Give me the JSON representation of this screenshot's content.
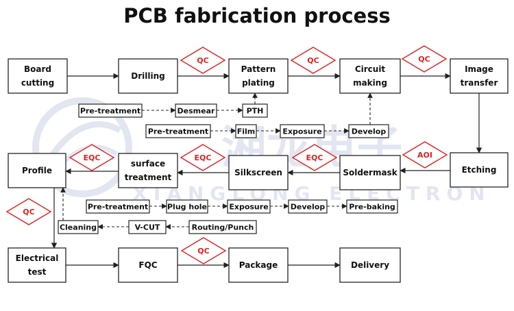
{
  "title": "PCB fabrication process",
  "watermark": {
    "cn": "湘龙电子",
    "en": "XIANGLONG ELECTRON"
  },
  "colors": {
    "quality": "#e02020",
    "stroke": "#222222",
    "watermark": "#c9d3e6"
  },
  "steps": {
    "board_cutting": [
      "Board",
      "cutting"
    ],
    "drilling": [
      "Drilling"
    ],
    "pattern_plating": [
      "Pattern",
      "plating"
    ],
    "circuit_making": [
      "Circuit",
      "making"
    ],
    "image_transfer": [
      "Image",
      "transfer"
    ],
    "etching": [
      "Etching"
    ],
    "soldermask": [
      "Soldermask"
    ],
    "silkscreen": [
      "Silkscreen"
    ],
    "surface_treatment": [
      "surface",
      "treatment"
    ],
    "profile": [
      "Profile"
    ],
    "electrical_test": [
      "Electrical",
      "test"
    ],
    "fqc": [
      "FQC"
    ],
    "package": [
      "Package"
    ],
    "delivery": [
      "Delivery"
    ]
  },
  "sub_steps": {
    "pth_pretreatment": "Pre-treatment",
    "desmear": "Desmear",
    "pth": "PTH",
    "film_pretreatment": "Pre-treatment",
    "film": "Film",
    "film_exposure": "Exposure",
    "film_develop": "Develop",
    "plug_pretreatment": "Pre-treatment",
    "plug_hole": "Plug hole",
    "plug_exposure": "Exposure",
    "plug_develop": "Develop",
    "pre_baking": "Pre-baking",
    "routing_punch": "Routing/Punch",
    "v_cut": "V-CUT",
    "cleaning": "Cleaning"
  },
  "checks": {
    "qc_drilling": "QC",
    "qc_plating": "QC",
    "qc_circuit": "QC",
    "aoi_etching": "AOI",
    "eqc_soldermask": "EQC",
    "eqc_silkscreen": "EQC",
    "eqc_surface": "EQC",
    "qc_profile": "QC",
    "qc_fqc": "QC"
  },
  "edges": [
    {
      "from": "board_cutting",
      "to": "drilling",
      "style": "solid"
    },
    {
      "from": "drilling",
      "to": "pattern_plating",
      "style": "solid"
    },
    {
      "from": "pattern_plating",
      "to": "circuit_making",
      "style": "solid"
    },
    {
      "from": "circuit_making",
      "to": "image_transfer",
      "style": "solid"
    },
    {
      "from": "image_transfer",
      "to": "etching",
      "style": "solid"
    },
    {
      "from": "etching",
      "to": "soldermask",
      "style": "solid"
    },
    {
      "from": "soldermask",
      "to": "silkscreen",
      "style": "solid"
    },
    {
      "from": "silkscreen",
      "to": "surface_treatment",
      "style": "solid"
    },
    {
      "from": "surface_treatment",
      "to": "profile",
      "style": "solid"
    },
    {
      "from": "profile",
      "to": "electrical_test",
      "style": "solid"
    },
    {
      "from": "electrical_test",
      "to": "fqc",
      "style": "solid"
    },
    {
      "from": "fqc",
      "to": "package",
      "style": "solid"
    },
    {
      "from": "package",
      "to": "delivery",
      "style": "solid"
    },
    {
      "from": "pth_pretreatment",
      "to": "desmear",
      "style": "dashed"
    },
    {
      "from": "desmear",
      "to": "pth",
      "style": "dashed"
    },
    {
      "from": "pth",
      "to": "pattern_plating",
      "style": "dashed"
    },
    {
      "from": "film_pretreatment",
      "to": "film",
      "style": "dashed"
    },
    {
      "from": "film",
      "to": "film_exposure",
      "style": "dashed"
    },
    {
      "from": "film_exposure",
      "to": "film_develop",
      "style": "dashed"
    },
    {
      "from": "film_develop",
      "to": "circuit_making",
      "style": "dashed"
    },
    {
      "from": "plug_pretreatment",
      "to": "plug_hole",
      "style": "dashed"
    },
    {
      "from": "plug_hole",
      "to": "plug_exposure",
      "style": "dashed"
    },
    {
      "from": "plug_exposure",
      "to": "plug_develop",
      "style": "dashed"
    },
    {
      "from": "plug_develop",
      "to": "pre_baking",
      "style": "dashed"
    },
    {
      "from": "routing_punch",
      "to": "v_cut",
      "style": "dashed"
    },
    {
      "from": "v_cut",
      "to": "cleaning",
      "style": "dashed"
    },
    {
      "from": "cleaning",
      "to": "profile",
      "style": "dashed"
    }
  ]
}
